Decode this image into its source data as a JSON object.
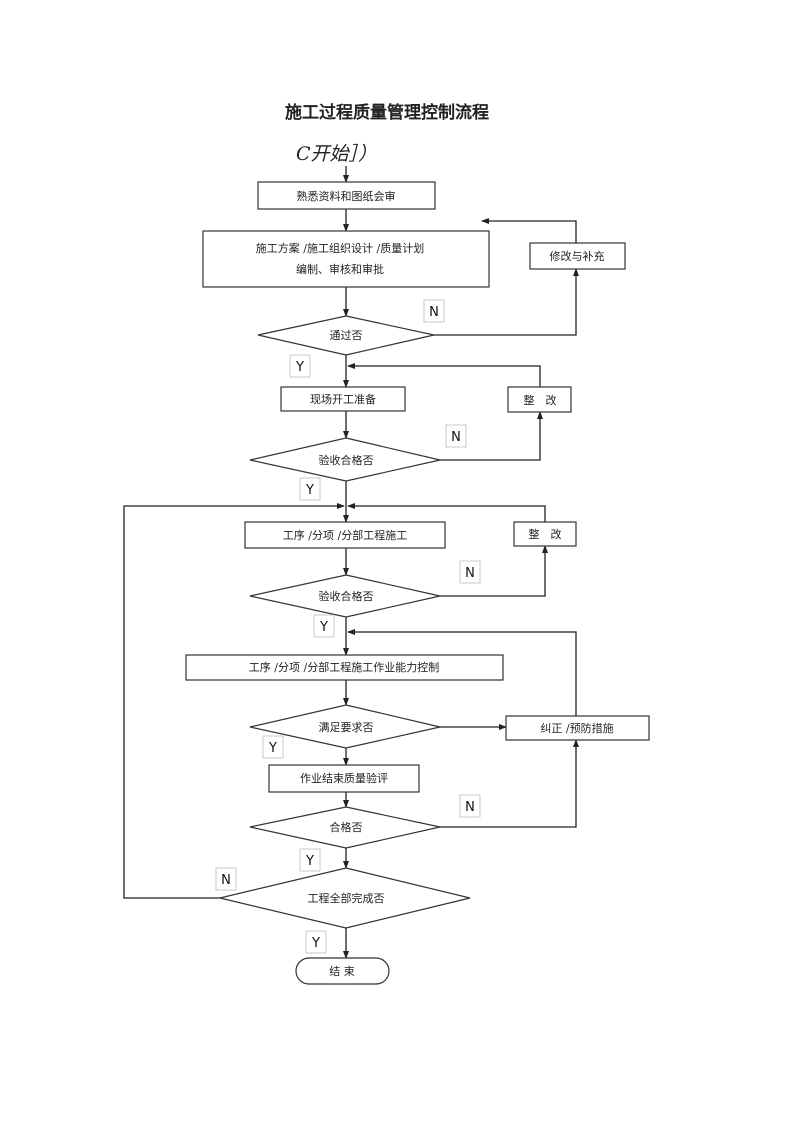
{
  "title": "施工过程质量管理控制流程",
  "start": "C开始］）",
  "nodes": {
    "review": "熟悉资料和图纸会审",
    "plan_line1": "施工方案 /施工组织设计 /质量计划",
    "plan_line2": "编制、审核和审批",
    "modify": "修改与补充",
    "pass": "通过否",
    "prep": "现场开工准备",
    "rectify1": "整　改",
    "accept1": "验收合格否",
    "construct": "工序 /分项 /分部工程施工",
    "rectify2": "整　改",
    "accept2": "验收合格否",
    "capability": "工序 /分项 /分部工程施工作业能力控制",
    "meet": "满足要求否",
    "corrective": "纠正 /预防措施",
    "evaluate": "作业结束质量验评",
    "qualified": "合格否",
    "complete": "工程全部完成否",
    "end": "结 束"
  },
  "branch_labels": {
    "n_pass": "N",
    "y_pass": "Y",
    "n_accept1": "N",
    "y_accept1": "Y",
    "n_accept2": "N",
    "y_accept2": "Y",
    "y_meet": "Y",
    "n_qualified": "N",
    "y_qualified": "Y",
    "n_complete": "N",
    "y_complete": "Y"
  }
}
